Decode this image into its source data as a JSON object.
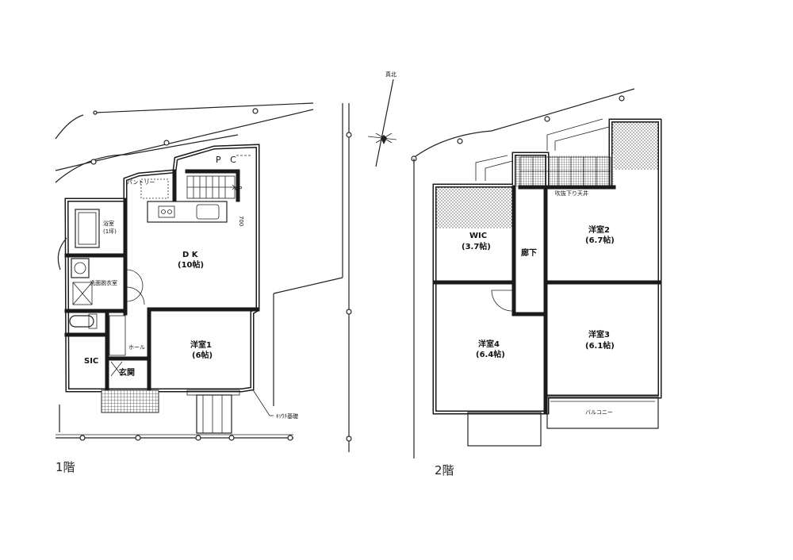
{
  "floor1": {
    "caption": "1階",
    "rooms": {
      "pc": "P C",
      "dk_name": "D K",
      "dk_size": "(10帖)",
      "bath_name": "浴室",
      "bath_size": "(1坪)",
      "washroom": "洗面脱衣室",
      "hall": "ホール",
      "western1_name": "洋室1",
      "western1_size": "(6帖)",
      "sic": "SIC",
      "entrance": "玄関"
    },
    "notes": {
      "pantry": "パントリー",
      "up": "UP",
      "dim": "700",
      "footing": "ｷｿｳﾁ基礎"
    }
  },
  "floor2": {
    "caption": "2階",
    "rooms": {
      "wic_name": "WIC",
      "wic_size": "(3.7帖)",
      "corridor": "廊下",
      "western2_name": "洋室2",
      "western2_size": "(6.7帖)",
      "western3_name": "洋室3",
      "western3_size": "(6.1帖)",
      "western4_name": "洋室4",
      "western4_size": "(6.4帖)",
      "balcony": "バルコニー"
    },
    "notes": {
      "void": "吹抜下り天井"
    }
  },
  "compass": {
    "label": "真北"
  }
}
